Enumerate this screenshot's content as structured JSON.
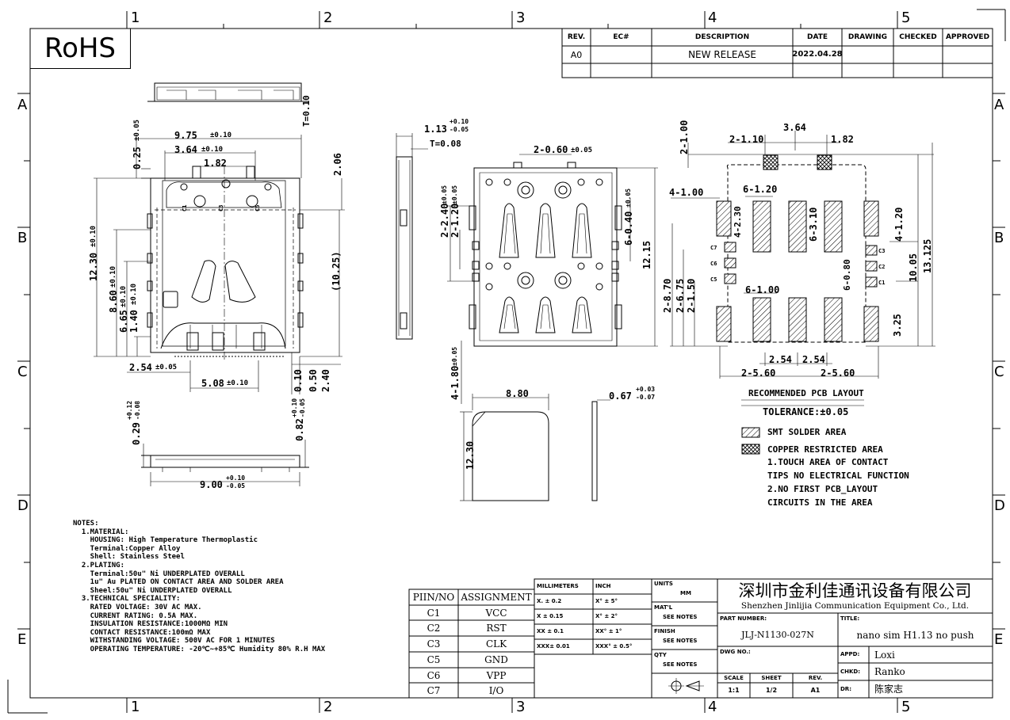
{
  "stamp": {
    "rohs": "RoHS"
  },
  "grid": {
    "cols": [
      "1",
      "2",
      "3",
      "4",
      "5"
    ],
    "rows": [
      "A",
      "B",
      "C",
      "D",
      "E"
    ]
  },
  "revision": {
    "headers": [
      "REV.",
      "EC#",
      "DESCRIPTION",
      "DATE",
      "DRAWING",
      "CHECKED",
      "APPROVED"
    ],
    "row": {
      "rev": "A0",
      "ec": "",
      "description": "NEW RELEASE",
      "date": "2022.04.28",
      "drawing": "",
      "checked": "",
      "approved": ""
    }
  },
  "top_view": {
    "t": "T=0.10"
  },
  "front_view": {
    "w975": "9.75",
    "tol975": "±0.10",
    "w364": "3.64",
    "tol364": "±0.10",
    "w182": "1.82",
    "d025": "0.25",
    "tol025": "±0.05",
    "d206": "2.06",
    "h1230": "12.30",
    "tol1230": "±0.10",
    "h860": "8.60",
    "tol860": "±0.10",
    "h665": "6.65",
    "tol665": "±0.10",
    "h140": "1.40",
    "tol140": "±0.10",
    "h1025": "(10.25)",
    "w254": "2.54",
    "tol254": "±0.05",
    "w508": "5.08",
    "tol508": "±0.10",
    "b010": "0.10",
    "b050": "0.50",
    "b240": "2.40",
    "c1": "C1",
    "c3": "C3",
    "c5": "C5"
  },
  "bottom_view": {
    "h029": "0.29",
    "tol029a": "+0.12",
    "tol029b": "-0.08",
    "h082": "0.82",
    "tol082a": "+0.10",
    "tol082b": "-0.05",
    "w900": "9.00",
    "tol900a": "+0.10",
    "tol900b": "-0.05"
  },
  "side_view": {
    "h113": "1.13",
    "tol113a": "+0.10",
    "tol113b": "-0.05",
    "t": "T=0.08"
  },
  "pin_view": {
    "d060": "2-0.60",
    "tol060": "±0.05",
    "d240": "2-2.40",
    "tol240": "±0.05",
    "d120": "2-1.20",
    "tol120": "±0.05",
    "d040": "6-0.40",
    "tol040": "±0.05",
    "h1215": "12.15",
    "d180": "4-1.80",
    "tol180": "±0.05"
  },
  "card": {
    "w880": "8.80",
    "h1230": "12.30",
    "t067": "0.67",
    "tol067a": "+0.03",
    "tol067b": "-0.07"
  },
  "pcb": {
    "d210a": "2-1.00",
    "d110": "2-1.10",
    "w364": "3.64",
    "w182": "1.82",
    "d100": "4-1.00",
    "d120": "6-1.20",
    "d230": "4-2.30",
    "d310": "6-3.10",
    "d420": "4-1.20",
    "h1005": "10.05",
    "h13125": "13.125",
    "d080": "6-0.80",
    "d6100": "6-1.00",
    "d870": "2-8.70",
    "d675": "2-6.75",
    "d150": "2-1.50",
    "h325": "3.25",
    "w254a": "2.54",
    "w254b": "2.54",
    "d560a": "2-5.60",
    "d560b": "2-5.60",
    "c7": "C7",
    "c6": "C6",
    "c5": "C5",
    "c3": "C3",
    "c2": "C2",
    "c1": "C1",
    "title": "RECOMMENDED PCB LAYOUT",
    "tolerance": "TOLERANCE:±0.05"
  },
  "legend": {
    "smt": "SMT SOLDER AREA",
    "copper": "COPPER RESTRICTED AREA",
    "l1": "1.TOUCH AREA OF CONTACT",
    "l2": "TIPS NO ELECTRICAL FUNCTION",
    "l3": "2.NO FIRST PCB_LAYOUT",
    "l4": "CIRCUITS IN THE AREA"
  },
  "notes": {
    "text": "NOTES:\n  1.MATERIAL:\n    HOUSING: High Temperature Thermoplastic\n    Terminal:Copper Alloy\n    Shell: Stainless Steel\n  2.PLATING:\n    Terminal:50u\" Ni UNDERPLATED OVERALL\n    1u\" Au PLATED ON CONTACT AREA AND SOLDER AREA\n    Sheel:50u\" Ni UNDERPLATED OVERALL\n  3.TECHNICAL SPECIALITY:\n    RATED VOLTAGE: 30V AC MAX.\n    CURRENT RATING: 0.5A MAX.\n    INSULATION RESISTANCE:1000MΩ MIN\n    CONTACT RESISTANCE:100mΩ MAX\n    WITHSTANDING VOLTAGE: 500V AC FOR 1 MINUTES\n    OPERATING TEMPERATURE: -20℃~+85℃ Humidity 80% R.H MAX"
  },
  "pins": {
    "headers": [
      "PIIN/NO",
      "ASSIGNMENT"
    ],
    "rows": [
      [
        "C1",
        "VCC"
      ],
      [
        "C2",
        "RST"
      ],
      [
        "C3",
        "CLK"
      ],
      [
        "C5",
        "GND"
      ],
      [
        "C6",
        "VPP"
      ],
      [
        "C7",
        "I/O"
      ]
    ]
  },
  "tolerances": {
    "headers": [
      "MILLIMETERS",
      "INCH"
    ],
    "rows": [
      [
        "X. ± 0.2",
        "X° ± 5°"
      ],
      [
        "X ± 0.15",
        "X° ± 2°"
      ],
      [
        "XX ± 0.1",
        "XX° ± 1°"
      ],
      [
        "XXX± 0.01",
        "XXX° ± 0.5°"
      ]
    ]
  },
  "title_block": {
    "units_label": "UNITS",
    "units": "MM",
    "matl_label": "MAT'L",
    "matl": "SEE NOTES",
    "finish_label": "FINISH",
    "finish": "SEE NOTES",
    "qty_label": "QTY",
    "qty": "SEE NOTES",
    "company_cn": "深圳市金利佳通讯设备有限公司",
    "company_en": "Shenzhen Jinlijia Communication Equipment Co., Ltd.",
    "part_label": "PART NUMBER:",
    "part": "JLJ-N1130-027N",
    "title_label": "TITLE:",
    "title": "nano sim H1.13 no push",
    "dwg_label": "DWG NO.:",
    "appd_label": "APPD:",
    "appd": "Loxi",
    "chkd_label": "CHKD:",
    "chkd": "Ranko",
    "dr_label": "DR:",
    "dr": "陈家志",
    "scale_label": "SCALE",
    "scale": "1:1",
    "sheet_label": "SHEET",
    "sheet": "1/2",
    "rev_label": "REV.",
    "rev": "A1"
  }
}
